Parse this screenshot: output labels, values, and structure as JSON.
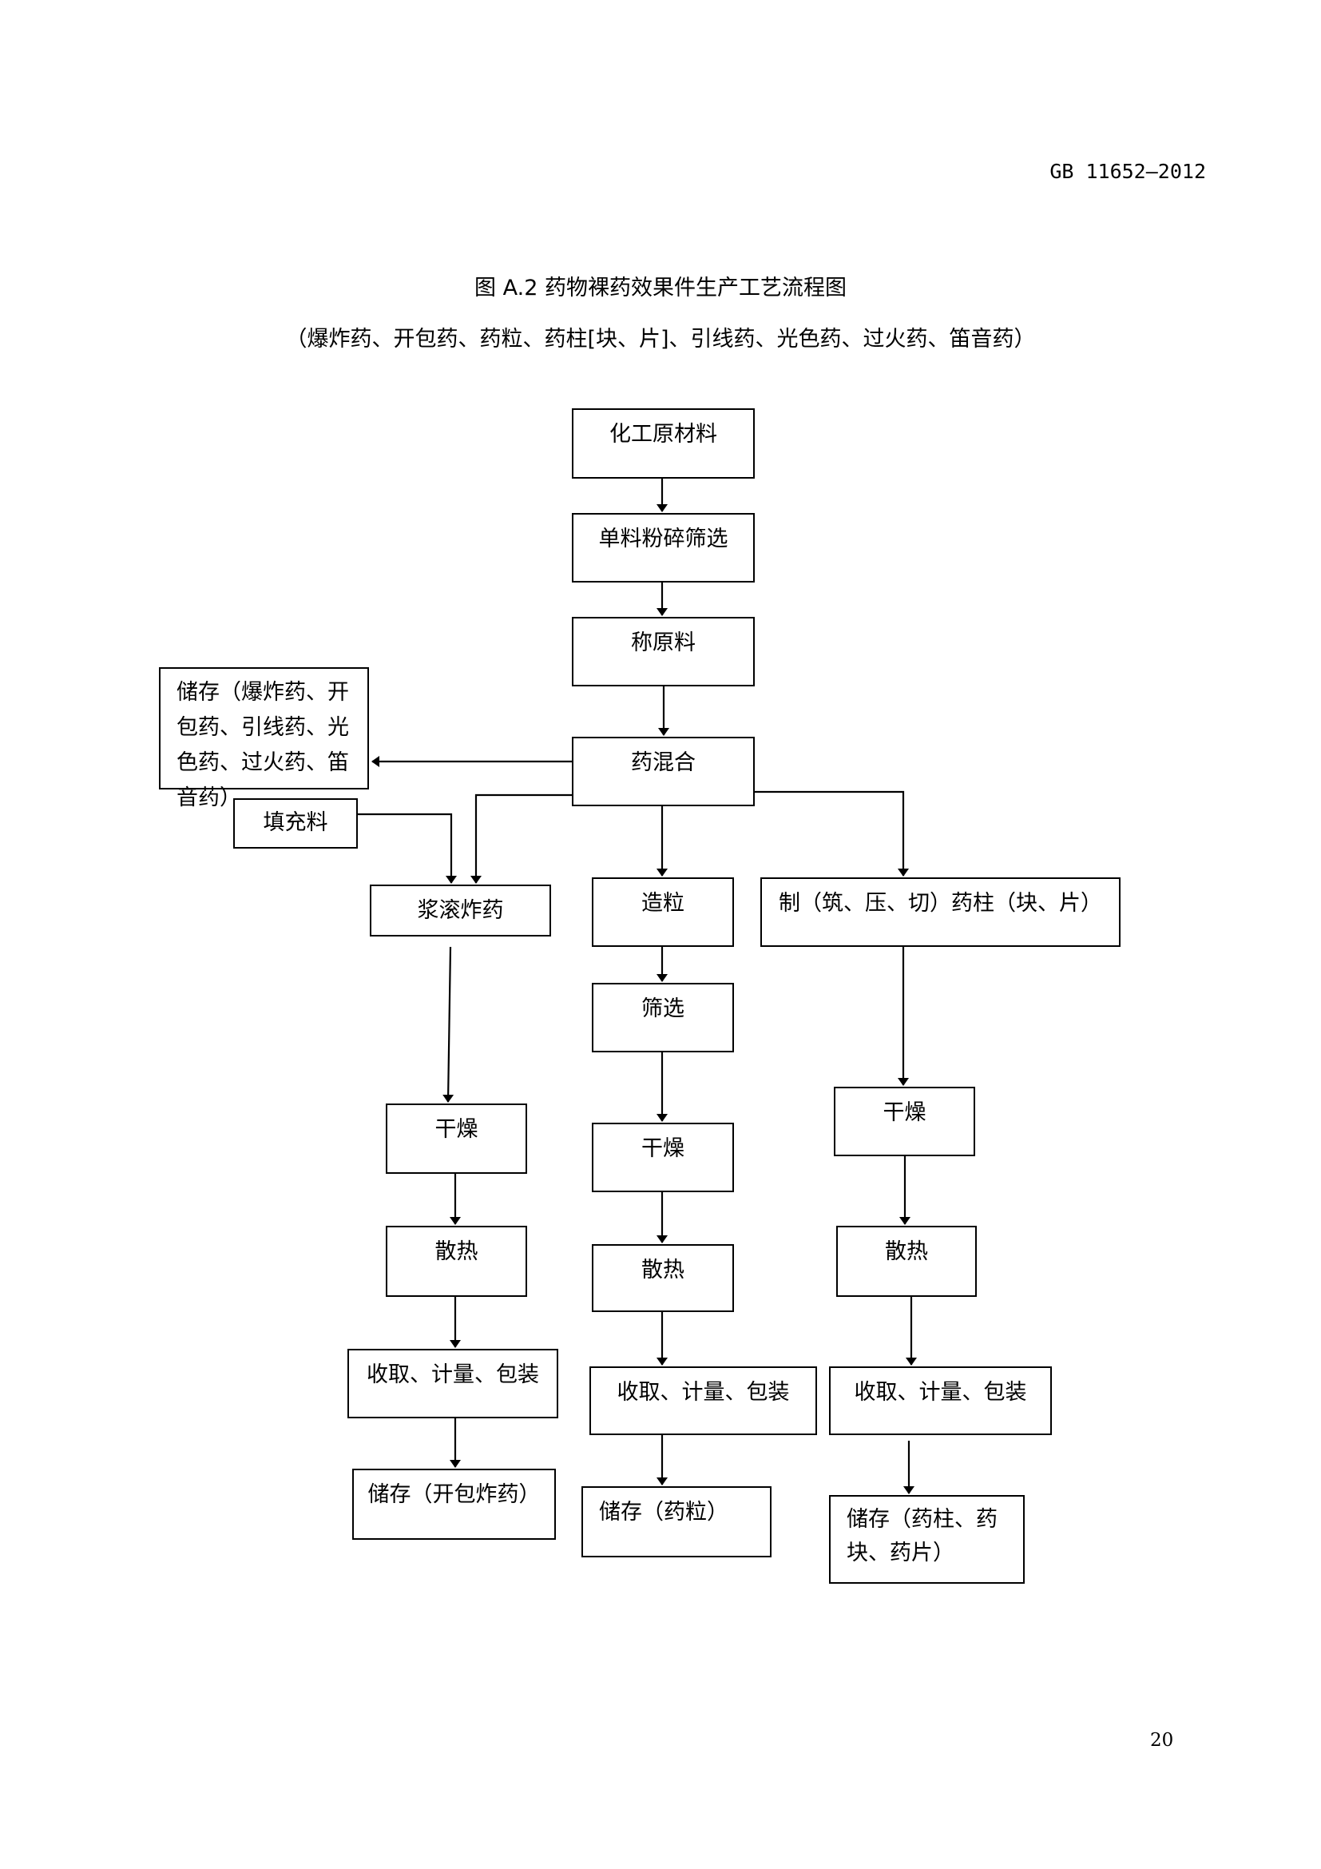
{
  "header": {
    "standard_number": "GB 11652—2012"
  },
  "figure": {
    "title": "图 A.2   药物裸药效果件生产工艺流程图",
    "subtitle": "（爆炸药、开包药、药粒、药柱[块、片]、引线药、光色药、过火药、笛音药）"
  },
  "nodes": {
    "raw_materials": "化工原材料",
    "crush_screen": "单料粉碎筛选",
    "weigh": "称原料",
    "mix": "药混合",
    "storage_misc": "储存（爆炸药、开包药、引线药、光色药、过火药、笛音药）",
    "filler": "填充料",
    "slurry_roll": "浆滚炸药",
    "granulate": "造粒",
    "press_cut": "制（筑、压、切）药柱（块、片）",
    "screen": "筛选",
    "dry_left": "干燥",
    "dry_mid": "干燥",
    "dry_right": "干燥",
    "cool_left": "散热",
    "cool_mid": "散热",
    "cool_right": "散热",
    "pack_left": "收取、计量、包装",
    "pack_mid": "收取、计量、包装",
    "pack_right": "收取、计量、包装",
    "store_left": "储存（开包炸药）",
    "store_mid": "储存（药粒）",
    "store_right": "储存（药柱、药块、药片）"
  },
  "footer": {
    "page_number": "20"
  }
}
